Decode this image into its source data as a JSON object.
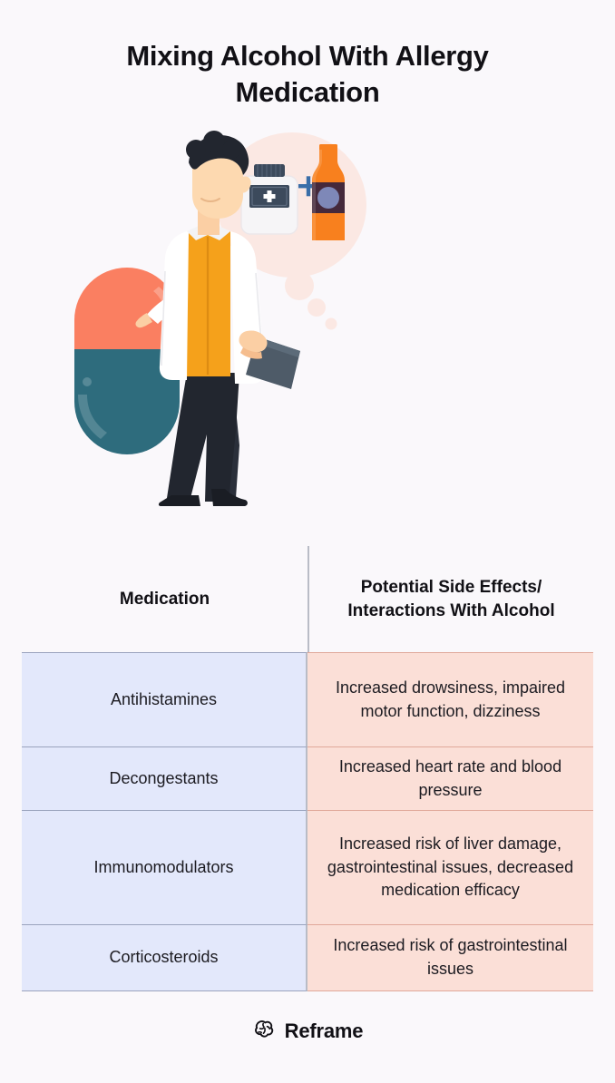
{
  "page": {
    "background_color": "#faf8fb",
    "title": "Mixing Alcohol With Allergy Medication"
  },
  "illustration": {
    "name": "doctor-with-capsule-and-thought-bubble",
    "thought_bubble": {
      "name": "thought-bubble",
      "bubble_color": "#fbe8e3",
      "items": [
        {
          "name": "pill-bottle-icon",
          "body_color": "#f6f5f7",
          "cap_color": "#3c4a5c",
          "label_color": "#3c4a5c",
          "cross_color": "#ffffff"
        },
        {
          "name": "plus-sign-icon",
          "color": "#3a6ea8"
        },
        {
          "name": "beer-bottle-icon",
          "body_color": "#f8801e",
          "label_color": "#45293b",
          "emblem_color": "#7e88b8"
        }
      ]
    },
    "capsule": {
      "name": "giant-capsule",
      "top_color": "#fa7f61",
      "bottom_color": "#2e6c7d"
    },
    "doctor": {
      "name": "doctor-figure",
      "coat_color": "#ffffff",
      "shirt_color": "#f5a11b",
      "pants_color": "#22262f",
      "hair_color": "#22262f",
      "skin_color": "#fbcfa4",
      "clipboard_color": "#4e5b68"
    }
  },
  "table": {
    "name": "medication-interactions-table",
    "colors": {
      "left_column": "#e3e8fb",
      "right_column": "#fbdfd7",
      "divider": "#b9bcc6"
    },
    "headers": {
      "medication": "Medication",
      "effects": "Potential Side Effects/ Interactions With Alcohol"
    },
    "rows": [
      {
        "medication": "Antihistamines",
        "effects": "Increased drowsiness, impaired motor function, dizziness"
      },
      {
        "medication": "Decongestants",
        "effects": "Increased heart rate and blood pressure"
      },
      {
        "medication": "Immunomodulators",
        "effects": "Increased risk of liver damage, gastrointestinal issues, decreased medication efficacy"
      },
      {
        "medication": "Corticosteroids",
        "effects": "Increased risk of gastrointestinal issues"
      }
    ]
  },
  "footer": {
    "name": "brand-footer",
    "icon": "brain-icon",
    "brand": "Reframe"
  }
}
